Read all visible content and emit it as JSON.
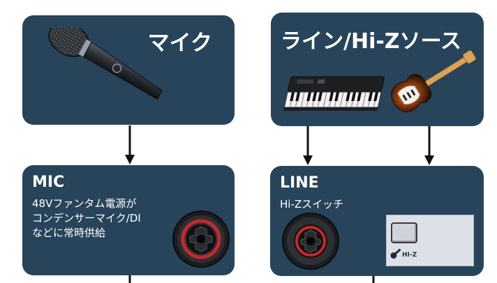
{
  "sources": {
    "mic_title": "マイク",
    "line_title": "ライン/Hi-Zソース"
  },
  "inputs": {
    "mic": {
      "title": "MIC",
      "lines": [
        "48Vファンタム電源が",
        "コンデンサーマイク/DI",
        "などに常時供給"
      ]
    },
    "line": {
      "title": "LINE",
      "lines": [
        "Hi-Zスイッチ"
      ],
      "switch_label": "HI-Z"
    }
  },
  "colors": {
    "panel": "#27445a",
    "arrow": "#111111",
    "jack_ring": "#c62828"
  },
  "icons": [
    "microphone-icon",
    "keyboard-icon",
    "electric-guitar-icon",
    "combo-jack-icon",
    "hi-z-switch-icon"
  ]
}
